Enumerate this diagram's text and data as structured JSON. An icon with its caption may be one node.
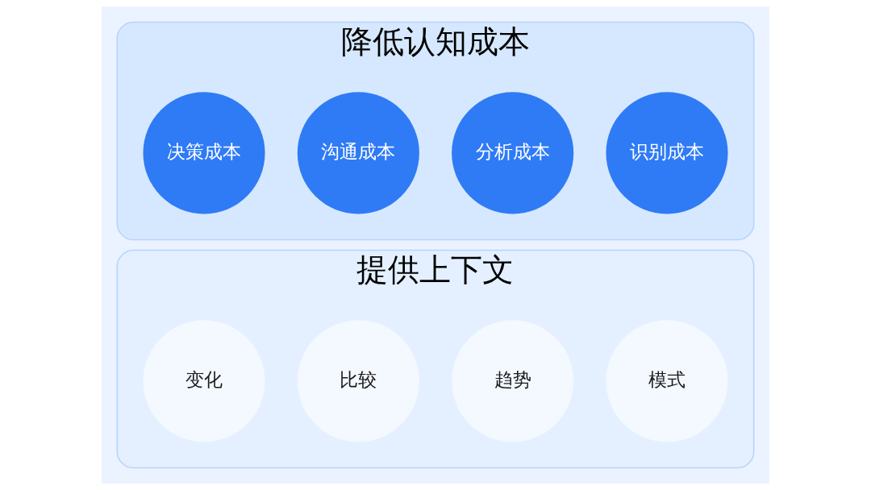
{
  "diagram": {
    "nodes": [
      {
        "text": [
          "降低认知成本"
        ]
      },
      {
        "text": [
          "识别成本"
        ],
        "in": 0
      },
      {
        "text": [
          "分析成本"
        ],
        "in": 0
      },
      {
        "text": [
          "沟通成本"
        ],
        "in": 0
      },
      {
        "text": [
          "决策成本"
        ],
        "in": 0
      },
      {
        "text": [
          "提供上下文"
        ]
      },
      {
        "text": [
          "模式"
        ],
        "in": 5
      },
      {
        "text": [
          "趋势"
        ],
        "in": 5
      },
      {
        "text": [
          "比较"
        ],
        "in": 5
      },
      {
        "text": [
          "变化"
        ],
        "in": 5
      }
    ]
  }
}
